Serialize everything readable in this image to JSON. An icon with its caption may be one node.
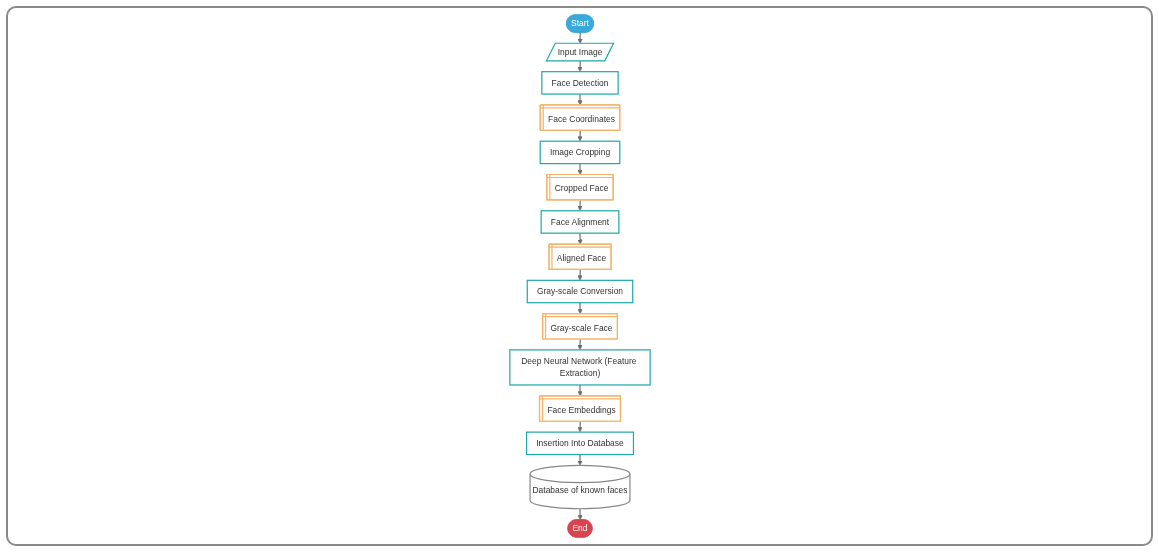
{
  "diagram": {
    "nodes": [
      {
        "text": [
          "Start"
        ]
      },
      {
        "text": [
          "Input Image"
        ]
      },
      {
        "text": [
          "Face Detection"
        ]
      },
      {
        "text": [
          "Face Coordinates"
        ]
      },
      {
        "text": [
          "Image Cropping"
        ]
      },
      {
        "text": [
          "Cropped Face"
        ]
      },
      {
        "text": [
          "Face Alignment"
        ]
      },
      {
        "text": [
          "Aligned Face"
        ]
      },
      {
        "text": [
          "Gray-scale Conversion"
        ]
      },
      {
        "text": [
          "Gray-scale Face"
        ]
      },
      {
        "text": [
          "Deep Neural Network (Feature Extraction)"
        ]
      },
      {
        "text": [
          "Face Embeddings"
        ]
      },
      {
        "text": [
          "Insertion Into Database"
        ]
      },
      {
        "text": [
          "Database of known faces"
        ]
      },
      {
        "text": [
          "End"
        ]
      }
    ],
    "edges": [
      {
        "from": 0,
        "to": 1,
        "arrow": "to"
      },
      {
        "from": 1,
        "to": 2,
        "arrow": "to"
      },
      {
        "from": 2,
        "to": 3,
        "arrow": "to"
      },
      {
        "from": 3,
        "to": 4,
        "arrow": "to"
      },
      {
        "from": 4,
        "to": 5,
        "arrow": "to"
      },
      {
        "from": 5,
        "to": 6,
        "arrow": "to"
      },
      {
        "from": 6,
        "to": 7,
        "arrow": "to"
      },
      {
        "from": 7,
        "to": 8,
        "arrow": "to"
      },
      {
        "from": 8,
        "to": 9,
        "arrow": "to"
      },
      {
        "from": 9,
        "to": 10,
        "arrow": "to"
      },
      {
        "from": 10,
        "to": 11,
        "arrow": "to"
      },
      {
        "from": 11,
        "to": 12,
        "arrow": "to"
      },
      {
        "from": 12,
        "to": 13,
        "arrow": "to"
      },
      {
        "from": 13,
        "to": 14,
        "arrow": "to"
      }
    ]
  }
}
